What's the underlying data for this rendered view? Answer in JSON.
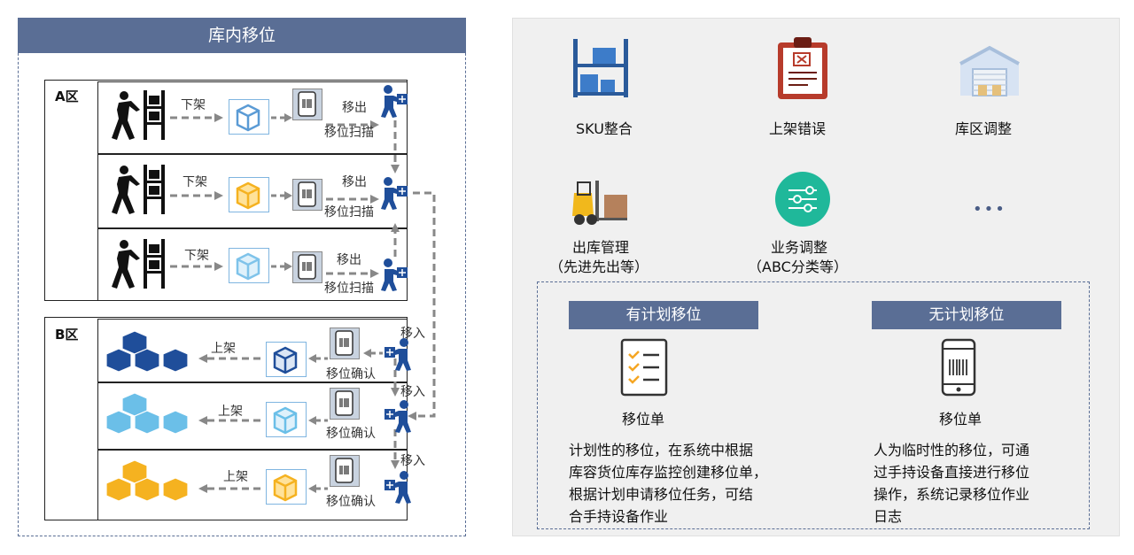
{
  "left": {
    "title": "库内移位",
    "zone_a": "A区",
    "zone_b": "B区",
    "a_rows": [
      {
        "action": "下架",
        "move": "移出",
        "scan": "移位扫描",
        "box_color": "#5b9bd5"
      },
      {
        "action": "下架",
        "move": "移出",
        "scan": "移位扫描",
        "box_color": "#f5b220"
      },
      {
        "action": "下架",
        "move": "移出",
        "scan": "移位扫描",
        "box_color": "#7fc3ea"
      }
    ],
    "b_rows": [
      {
        "action": "上架",
        "move": "移入",
        "confirm": "移位确认",
        "box_color": "#1f4e9a"
      },
      {
        "action": "上架",
        "move": "移入",
        "confirm": "移位确认",
        "box_color": "#6bbfe8"
      },
      {
        "action": "上架",
        "move": "移入",
        "confirm": "移位确认",
        "box_color": "#f5b220"
      }
    ]
  },
  "right": {
    "scenarios": [
      {
        "label": "SKU整合",
        "icon": "shelf-icon"
      },
      {
        "label": "上架错误",
        "icon": "clipboard-error-icon"
      },
      {
        "label": "库区调整",
        "icon": "warehouse-icon"
      },
      {
        "label": "出库管理",
        "sub": "（先进先出等）",
        "icon": "forklift-icon"
      },
      {
        "label": "业务调整",
        "sub": "（ABC分类等）",
        "icon": "sliders-icon"
      },
      {
        "label": "•••",
        "icon": "more-icon"
      }
    ],
    "planned": {
      "tag": "有计划移位",
      "doc": "移位单",
      "desc": [
        "计划性的移位，在系统中根据",
        "库容货位库存监控创建移位单，",
        "根据计划申请移位任务，可结",
        "合手持设备作业"
      ]
    },
    "unplanned": {
      "tag": "无计划移位",
      "doc": "移位单",
      "desc": [
        "人为临时性的移位，可通",
        "过手持设备直接进行移位",
        "操作，系统记录移位作业",
        "日志"
      ]
    }
  },
  "colors": {
    "accent": "#5a6e95",
    "worker": "#1f4e9a",
    "teal": "#1fb89a"
  }
}
